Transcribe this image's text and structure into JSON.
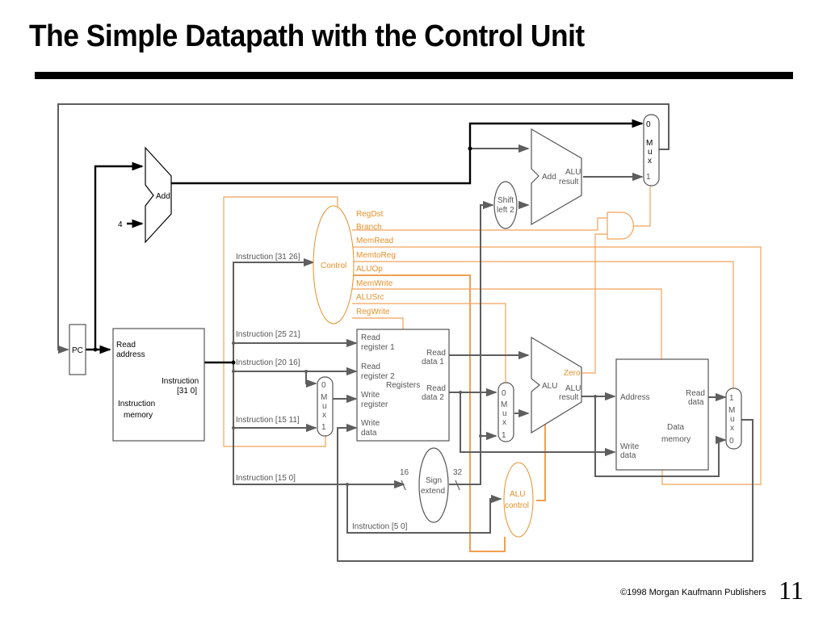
{
  "slide": {
    "title": "The Simple Datapath with the Control Unit",
    "footer": "©1998 Morgan Kaufmann Publishers",
    "page_number": "11"
  },
  "diagram": {
    "pc": {
      "label": "PC"
    },
    "pc_adder": {
      "label": "Add",
      "constant": "4"
    },
    "instruction_memory": {
      "port_read_address": [
        "Read",
        "address"
      ],
      "port_instruction": [
        "Instruction",
        "[31   0]"
      ],
      "name": [
        "Instruction",
        "memory"
      ]
    },
    "instruction_fields": {
      "f31_26": "Instruction [31   26]",
      "f25_21": "Instruction [25   21]",
      "f20_16": "Instruction [20   16]",
      "f15_11": "Instruction [15   11]",
      "f15_0": "Instruction [15   0]",
      "f5_0": "Instruction [5   0]"
    },
    "control": {
      "label": "Control",
      "signals": [
        "RegDst",
        "Branch",
        "MemRead",
        "MemtoReg",
        "ALUOp",
        "MemWrite",
        "ALUSrc",
        "RegWrite"
      ]
    },
    "registers": {
      "name": "Registers",
      "read_reg1": [
        "Read",
        "register 1"
      ],
      "read_reg2": [
        "Read",
        "register 2"
      ],
      "write_reg": [
        "Write",
        "register"
      ],
      "write_data": [
        "Write",
        "data"
      ],
      "read_data1": [
        "Read",
        "data 1"
      ],
      "read_data2": [
        "Read",
        "data 2"
      ]
    },
    "mux_regdst": {
      "in0": "0",
      "name": [
        "M",
        "u",
        "x"
      ],
      "in1": "1"
    },
    "mux_alusrc": {
      "in0": "0",
      "name": [
        "M",
        "u",
        "x"
      ],
      "in1": "1"
    },
    "mux_memtoreg": {
      "in0": "1",
      "name": [
        "M",
        "u",
        "x"
      ],
      "in1": "0"
    },
    "mux_pcsrc": {
      "in0": "0",
      "name": [
        "M",
        "u",
        "x"
      ],
      "in1": "1"
    },
    "alu": {
      "label": "ALU",
      "zero": "Zero",
      "result": [
        "ALU",
        "result"
      ]
    },
    "branch_adder": {
      "label": "Add",
      "result": [
        "ALU",
        "result"
      ]
    },
    "shift_left": {
      "label": [
        "Shift",
        "left 2"
      ]
    },
    "sign_extend": {
      "label": [
        "Sign",
        "extend"
      ],
      "in_width": "16",
      "out_width": "32"
    },
    "alu_control": {
      "label": [
        "ALU",
        "control"
      ]
    },
    "data_memory": {
      "address": "Address",
      "read_data": [
        "Read",
        "data"
      ],
      "write_data": [
        "Write",
        "data"
      ],
      "name": [
        "Data",
        "memory"
      ]
    }
  }
}
